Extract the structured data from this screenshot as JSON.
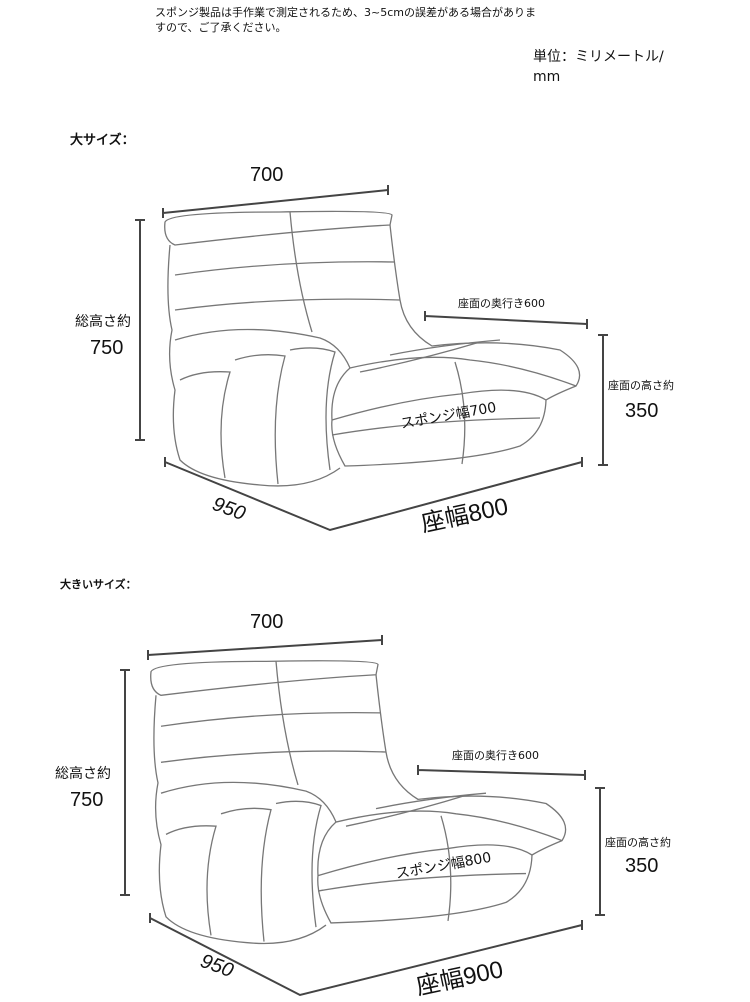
{
  "note": [
    "スポンジ製品は手作業で測定されるため、3~5cmの誤差がある場合がありま",
    "すので、ご了承ください。"
  ],
  "unit": [
    "単位：ミリメートル/",
    "mm"
  ],
  "sections": [
    {
      "title": "大サイズ：",
      "width": "700",
      "total_height_label": "総高さ約",
      "total_height": "750",
      "seat_depth": "座面の奥行き600",
      "seat_height_label": "座面の高さ約",
      "seat_height": "350",
      "sponge_width": "スポンジ幅700",
      "depth": "950",
      "seat_width": "座幅800"
    },
    {
      "title": "大きいサイズ：",
      "width": "700",
      "total_height_label": "総高さ約",
      "total_height": "750",
      "seat_depth": "座面の奥行き600",
      "seat_height_label": "座面の高さ約",
      "seat_height": "350",
      "sponge_width": "スポンジ幅800",
      "depth": "950",
      "seat_width": "座幅900"
    }
  ]
}
